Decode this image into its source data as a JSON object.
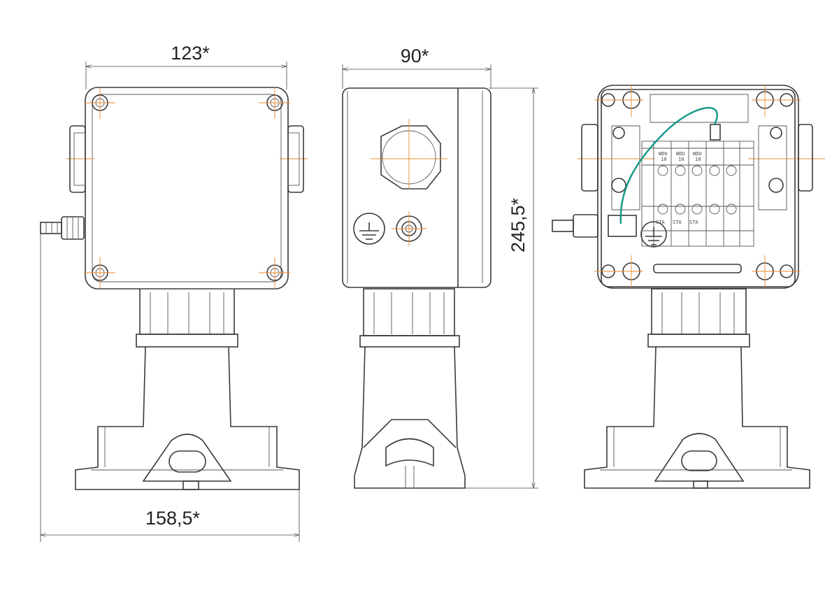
{
  "dimensions": {
    "width_front": "123*",
    "depth_side": "90*",
    "height_total": "245,5*",
    "width_total": "158,5*"
  },
  "terminals": {
    "top_labels": [
      "WDU\n10",
      "WDU\n10",
      "WDU\n10"
    ],
    "top_line1": "WDU",
    "top_line2": "10",
    "bottom_label": "STA"
  },
  "colors": {
    "outline": "#3a3a3a",
    "centerline": "#e8892a",
    "ground_wire": "#1a9a8a"
  }
}
